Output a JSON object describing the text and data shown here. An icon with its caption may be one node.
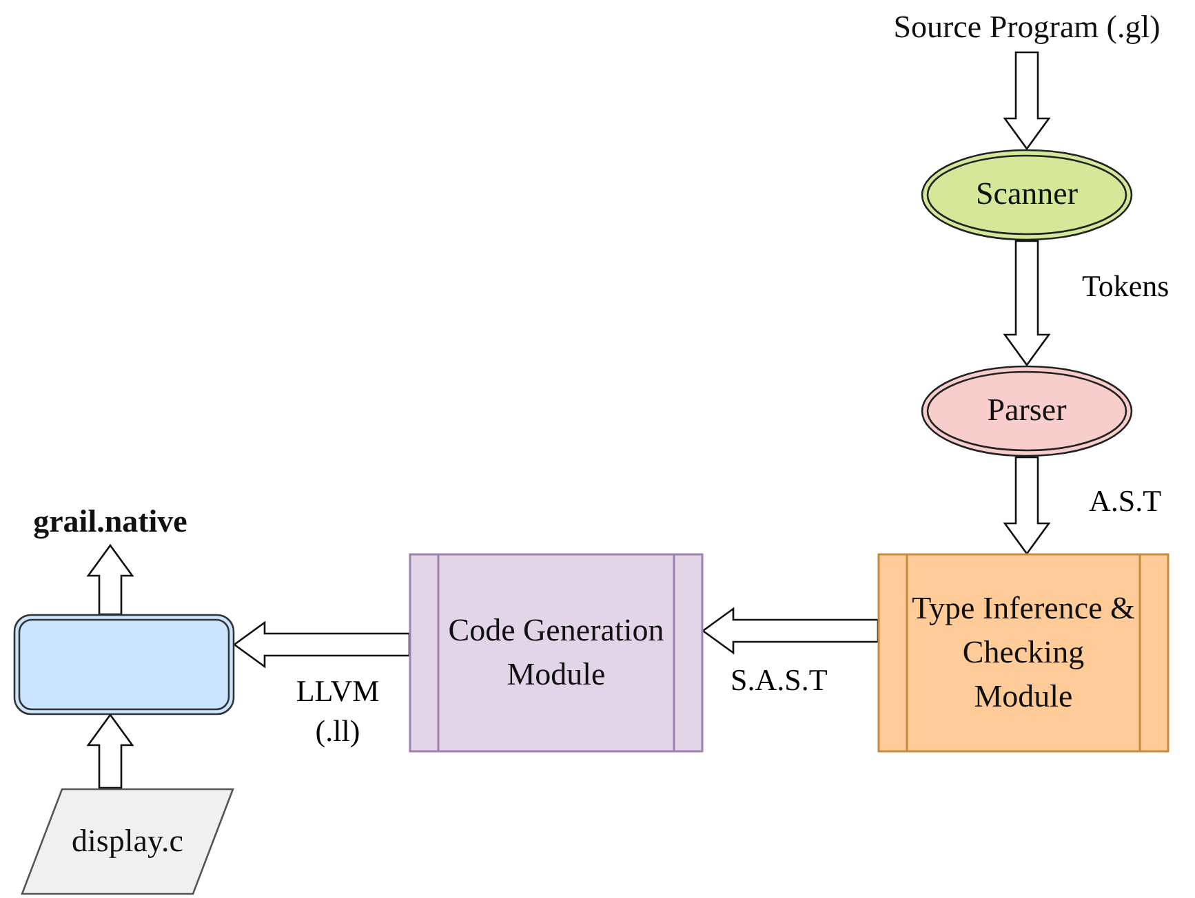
{
  "diagram": {
    "nodes": [
      {
        "text": [
          "Source Program (.gl)"
        ]
      },
      {
        "text": [
          "Scanner"
        ]
      },
      {
        "text": [
          "Parser"
        ]
      },
      {
        "text": [
          "Type Inference & Checking Module"
        ]
      },
      {
        "text": [
          "Code Generation Module"
        ]
      },
      {
        "text": [],
        "shape": "box"
      },
      {
        "text": [
          "grail.native"
        ]
      },
      {
        "text": [
          "display.c"
        ]
      }
    ],
    "edges": [
      {
        "from": 0,
        "to": 1,
        "arrow": "to"
      },
      {
        "from": 1,
        "to": 2,
        "arrow": "to",
        "label": "Tokens"
      },
      {
        "from": 2,
        "to": 3,
        "arrow": "to",
        "label": "A.S.T"
      },
      {
        "from": 3,
        "to": 4,
        "arrow": "to",
        "label": "S.A.S.T"
      },
      {
        "from": 4,
        "to": 5,
        "arrow": "to",
        "label": "LLVM (.ll)"
      },
      {
        "from": 5,
        "to": 6,
        "arrow": "to"
      },
      {
        "from": 7,
        "to": 5,
        "arrow": "to"
      }
    ]
  }
}
